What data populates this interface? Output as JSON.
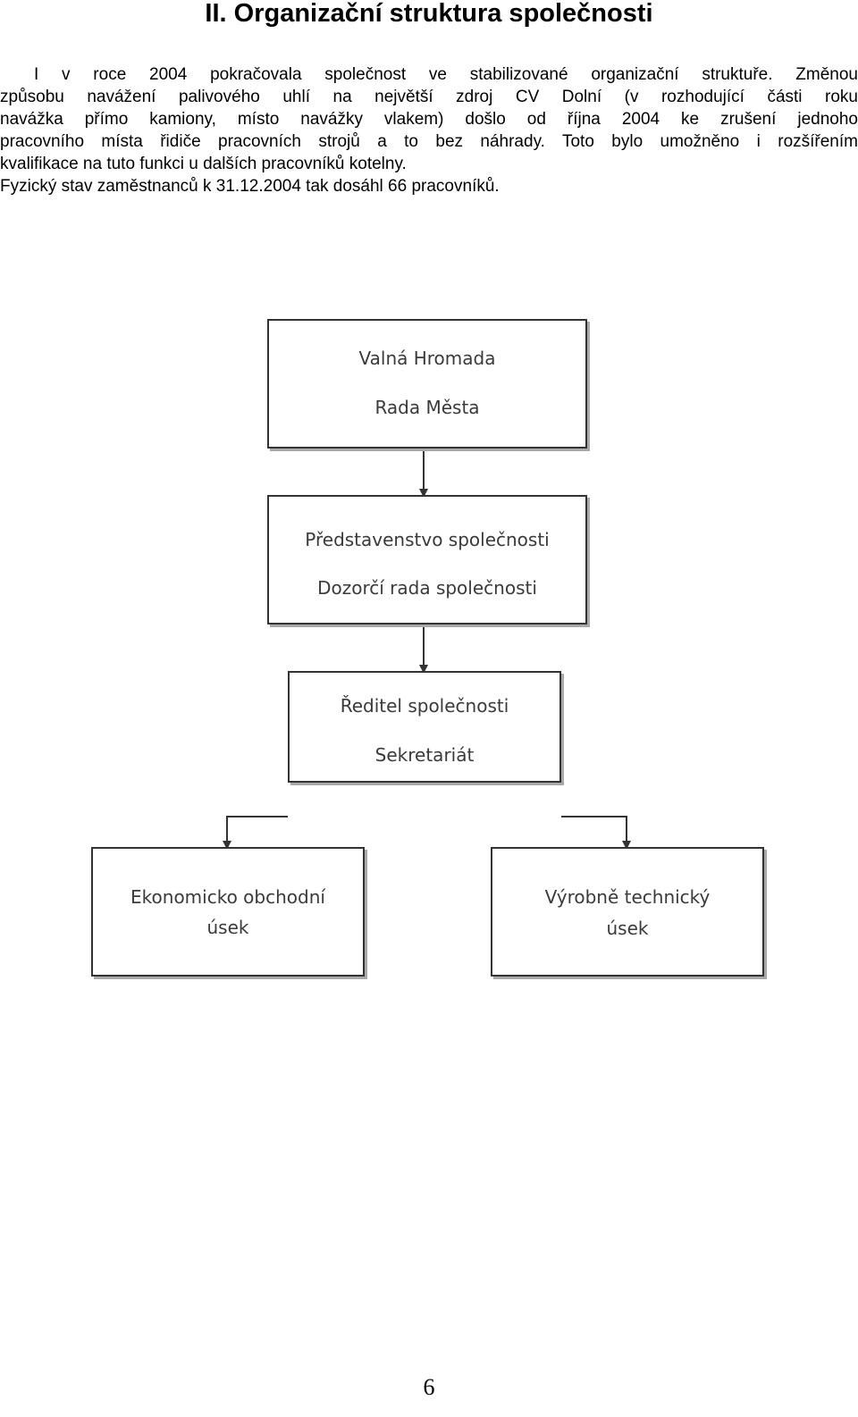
{
  "heading": "II. Organizační struktura společnosti",
  "paragraph_lines": [
    "I v roce 2004 pokračovala společnost ve stabilizované organizační struktuře. Změnou",
    "způsobu navážení palivového uhlí na největší zdroj CV Dolní (v rozhodující části roku",
    "navážka přímo kamiony, místo navážky vlakem) došlo od října 2004 ke zrušení jednoho",
    "pracovního místa řidiče pracovních strojů a to bez náhrady. Toto bylo umožněno i rozšířením",
    "kvalifikace na tuto funkci u dalších pracovníků kotelny.",
    "Fyzický stav zaměstnanců k 31.12.2004 tak dosáhl 66 pracovníků."
  ],
  "org_chart": {
    "top": {
      "line1": "Valná Hromada",
      "line2": "Rada Města"
    },
    "board": {
      "line1": "Představenstvo společnosti",
      "line2": "Dozorčí rada společnosti"
    },
    "director": {
      "line1": "Ředitel společnosti",
      "line2": "Sekretariát"
    },
    "economic": {
      "line1": "Ekonomicko obchodní",
      "line2": "úsek"
    },
    "production": {
      "line1": "Výrobně technický",
      "line2": "úsek"
    }
  },
  "page_number": "6"
}
